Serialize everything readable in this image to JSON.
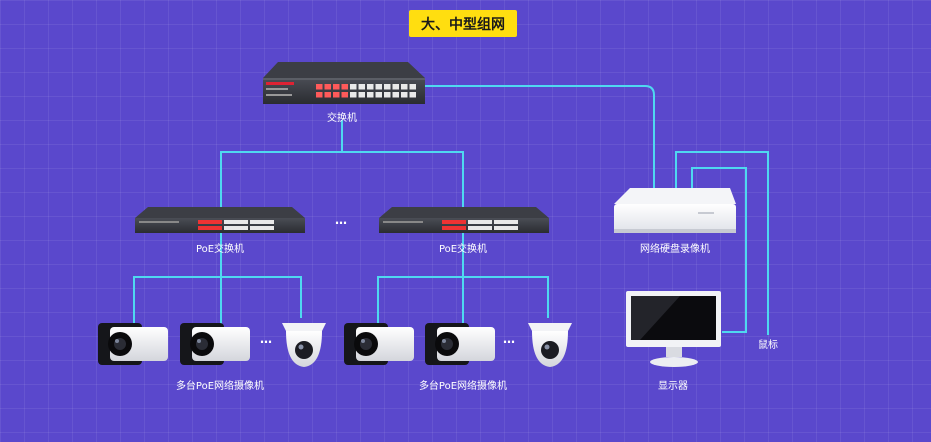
{
  "title": "大、中型组网",
  "core_switch": {
    "label": "交换机"
  },
  "poe_switches": [
    {
      "label": "PoE交换机"
    },
    {
      "label": "PoE交换机"
    }
  ],
  "camera_groups": [
    {
      "label": "多台PoE网络摄像机"
    },
    {
      "label": "多台PoE网络摄像机"
    }
  ],
  "nvr": {
    "label": "网络硬盘录像机"
  },
  "monitor": {
    "label": "显示器"
  },
  "mouse": {
    "label": "鼠标"
  },
  "ellipsis": "…",
  "colors": {
    "background": "#5a48cc",
    "title_bg": "#ffde10",
    "link_line": "#4fd8f0"
  }
}
